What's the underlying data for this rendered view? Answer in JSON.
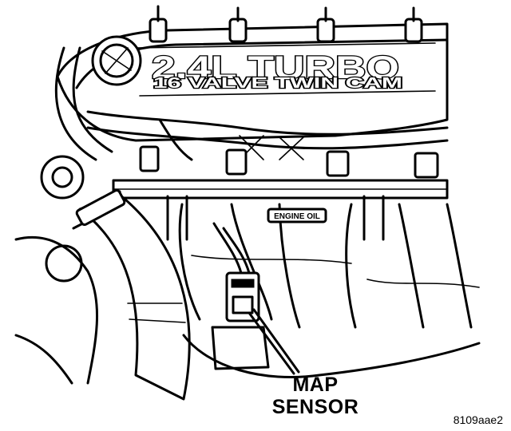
{
  "engine": {
    "badge_main": "2.4L TURBO",
    "badge_sub": "16 VALVE TWIN CAM",
    "oil_tag": "ENGINE OIL"
  },
  "callout": {
    "line1": "MAP",
    "line2": "SENSOR"
  },
  "figure_id": "8109aae2",
  "colors": {
    "ink": "#000000",
    "paper": "#ffffff"
  }
}
